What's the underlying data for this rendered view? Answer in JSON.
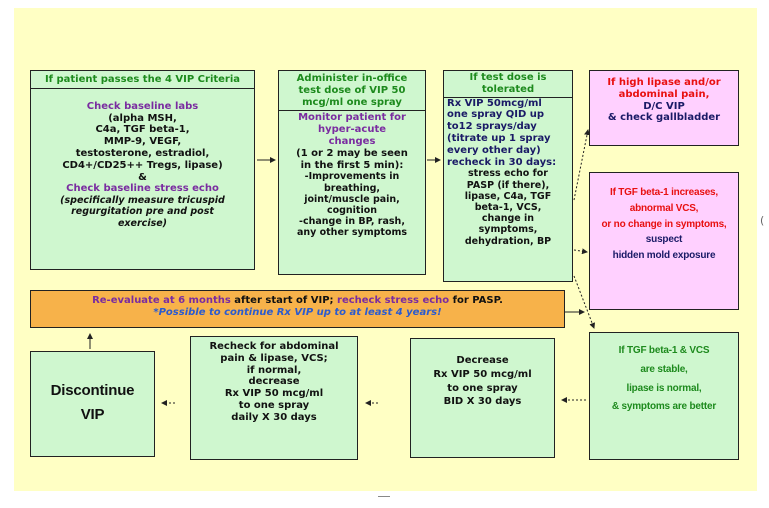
{
  "pass_box": {
    "title": "If patient passes the 4 VIP Criteria",
    "line1": "Check baseline labs",
    "line2": "(alpha MSH,",
    "line3": "C4a, TGF beta-1,",
    "line4": "MMP-9, VEGF,",
    "line5": "testosterone, estradiol,",
    "line6": "CD4+/CD25++ Tregs, lipase)",
    "line7": "&",
    "line8": "Check baseline stress echo",
    "line9": "(specifically measure tricuspid",
    "line10": "regurgitation pre and post",
    "line11": "exercise)"
  },
  "administer_box": {
    "title1": "Administer in-office",
    "title2": "test dose of VIP 50",
    "title3": "mcg/ml one spray",
    "line1": "Monitor patient for",
    "line2": "hyper-acute",
    "line3": "changes",
    "line4": "(1 or 2 may be seen",
    "line5": "in the first 5 min):",
    "line6": "-Improvements in",
    "line7": "breathing,",
    "line8": "joint/muscle pain,",
    "line9": "cognition",
    "line10": "-change in BP, rash,",
    "line11": "any other symptoms"
  },
  "tolerated_box": {
    "title1": "If test dose is",
    "title2": "tolerated",
    "line1": "Rx VIP 50mcg/ml",
    "line2": "one spray QID up",
    "line3": "to12 sprays/day",
    "line4": "(titrate up 1 spray",
    "line5": "every other day)",
    "line6": "recheck in 30 days:",
    "line7": "stress echo for",
    "line8": "PASP (if there),",
    "line9": "lipase, C4a, TGF",
    "line10": "beta-1, VCS,",
    "line11": "change in",
    "line12": "symptoms,",
    "line13": "dehydration, BP"
  },
  "lipase_box": {
    "line1": "If high lipase and/or",
    "line2": "abdominal pain,",
    "line3": "D/C VIP",
    "line4": "& check gallbladder"
  },
  "mold_box": {
    "line1": "If TGF beta-1 increases,",
    "line2": "abnormal VCS,",
    "line3": "or no change in symptoms,",
    "line4": "suspect",
    "line5": "hidden mold exposure"
  },
  "reevaluate_bar": {
    "part1": "Re-evaluate at 6 months",
    "part2": " after start of VIP; ",
    "part3": "recheck stress echo",
    "part4": " for PASP.",
    "line2": "*Possible to continue Rx VIP up to at least 4 years!"
  },
  "stable_box": {
    "line1": "If TGF beta-1 & VCS",
    "line2": "are stable,",
    "line3": "lipase is normal,",
    "line4": "& symptoms are better"
  },
  "decrease_bid_box": {
    "line1": "Decrease",
    "line2": "Rx VIP 50 mcg/ml",
    "line3": "to one spray",
    "line4": "BID X 30 days"
  },
  "recheck_box": {
    "line1": "Recheck for abdominal",
    "line2": "pain & lipase, VCS;",
    "line3": "if normal,",
    "line4": "decrease",
    "line5": "Rx VIP 50 mcg/ml",
    "line6": "to one spray",
    "line7": "daily X 30 days"
  },
  "discontinue_box": {
    "line1": "Discontinue",
    "line2": "VIP"
  },
  "colors": {
    "background": "#ffffc4",
    "green_box": "#cff7cf",
    "pink_box": "#ffd0ff",
    "orange_bar": "#f7b24a",
    "navy_text": "#1a1a66",
    "purple_text": "#7a2ca0",
    "green_text": "#1d8a1d",
    "red_text": "#e81010"
  }
}
